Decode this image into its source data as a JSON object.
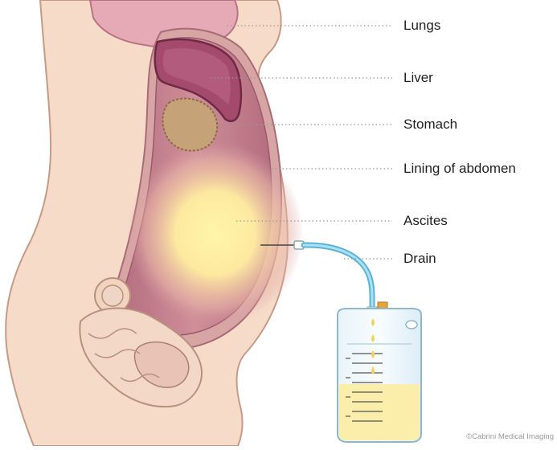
{
  "labels": {
    "lungs": "Lungs",
    "liver": "Liver",
    "stomach": "Stomach",
    "lining": "Lining of abdomen",
    "ascites": "Ascites",
    "drain": "Drain"
  },
  "credit": "©Cabrini Medical Imaging",
  "colors": {
    "skin": "#f6dcc8",
    "skin_outline": "#c69a86",
    "lining": "#c98f97",
    "cavity": "#b36b80",
    "liver": "#a44a6c",
    "lungs": "#e6aab6",
    "stomach": "#c6a278",
    "ascites_glow": "#fff3a0",
    "tube": "#7cc9e6",
    "bag_fluid": "#fbeeab",
    "leader": "#999999"
  },
  "icons": [
    "drainage-bag-icon",
    "catheter-tube-icon"
  ]
}
